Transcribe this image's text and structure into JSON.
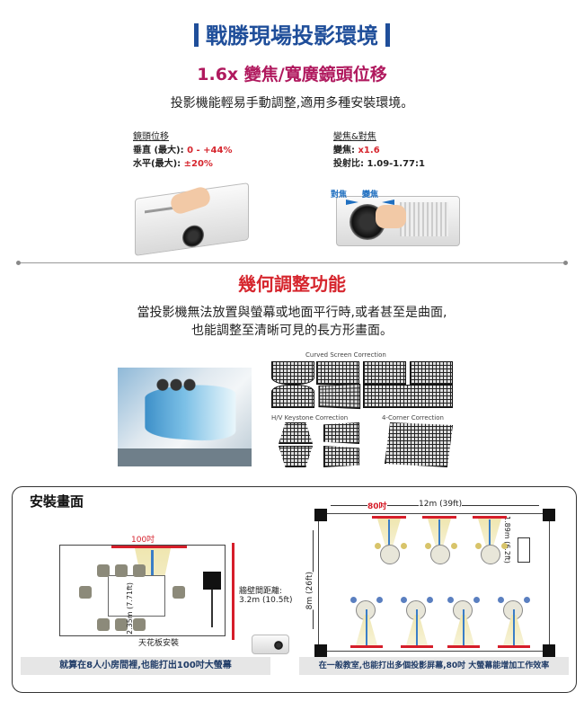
{
  "header": {
    "title": "戰勝現場投影環境",
    "subtitle": "1.6x 變焦/寬廣鏡頭位移",
    "description": "投影機能輕易手動調整,適用多種安裝環境。"
  },
  "lens_shift": {
    "heading": "鏡頭位移",
    "vertical_label": "垂直 (最大):",
    "vertical_value": "0 - +44%",
    "horizontal_label": "水平(最大):",
    "horizontal_value": "±20%"
  },
  "zoom_focus": {
    "heading": "變焦&對焦",
    "zoom_label": "變焦:",
    "zoom_value": "x1.6",
    "throw_label": "投射比:",
    "throw_value": "1.09-1.77:1",
    "focus_tag": "對焦",
    "zoom_tag": "變焦"
  },
  "geometry": {
    "title": "幾何調整功能",
    "desc_line1": "當投影機無法放置與螢幕或地面平行時,或者甚至是曲面,",
    "desc_line2": "也能調整至清晰可見的長方形畫面。",
    "label_curved": "Curved Screen Correction",
    "label_hv": "H/V Keystone Correction",
    "label_corner": "4-Corner Correction"
  },
  "install": {
    "title": "安裝畫面",
    "room1": {
      "screen_size": "100吋",
      "throw_distance": "2.35m (7.71ft)",
      "wall_label": "牆壁間距離:",
      "wall_value": "3.2m (10.5ft)",
      "ceiling_label": "天花板安裝",
      "caption": "就算在8人小房間裡,也能打出100吋大螢幕"
    },
    "room2": {
      "screen_size": "80吋",
      "width": "12m (39ft)",
      "height": "8m (26ft)",
      "throw_distance": "1.89m (6.2ft)",
      "caption": "在一般教室,也能打出多個投影屏幕,80吋 大螢幕能增加工作效率"
    }
  },
  "colors": {
    "title_blue": "#1f4e9a",
    "subtitle_magenta": "#b0195e",
    "accent_red": "#d6262e"
  }
}
